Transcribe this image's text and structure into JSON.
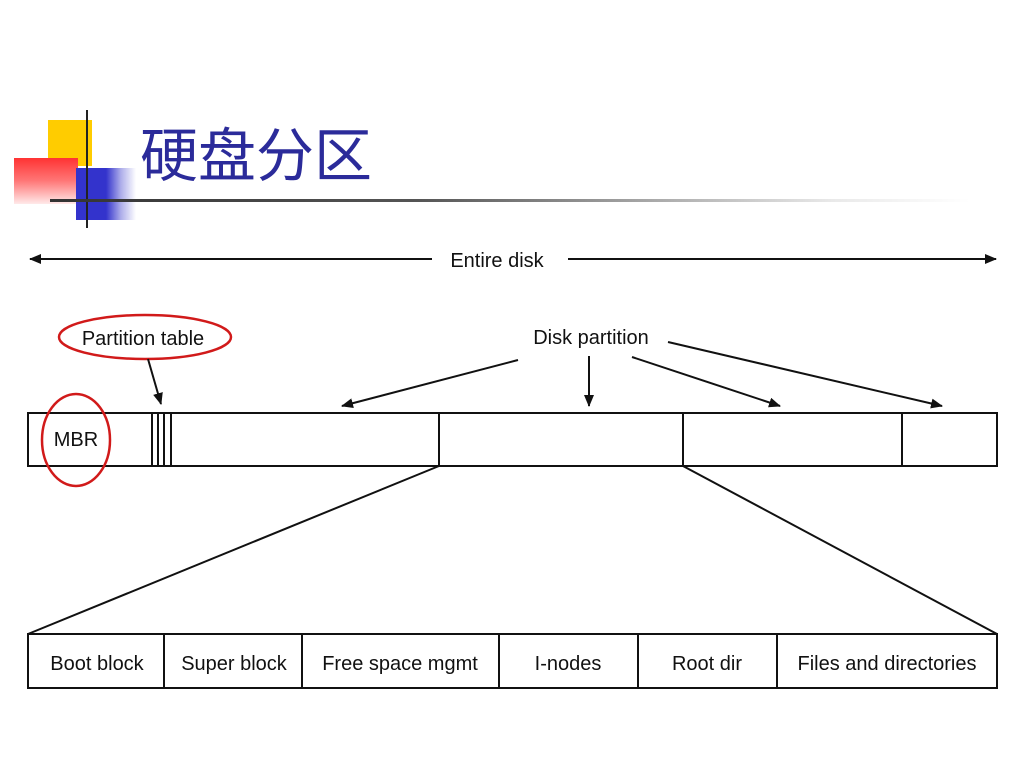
{
  "slide": {
    "title": "硬盘分区"
  },
  "diagram": {
    "entire_disk_label": "Entire disk",
    "partition_table_label": "Partition table",
    "disk_partition_label": "Disk partition",
    "mbr_label": "MBR",
    "layout_blocks": [
      "Boot block",
      "Super block",
      "Free space mgmt",
      "I-nodes",
      "Root dir",
      "Files and directories"
    ],
    "highlight_color": "#d11a1a",
    "title_color": "#2b2b9a"
  }
}
